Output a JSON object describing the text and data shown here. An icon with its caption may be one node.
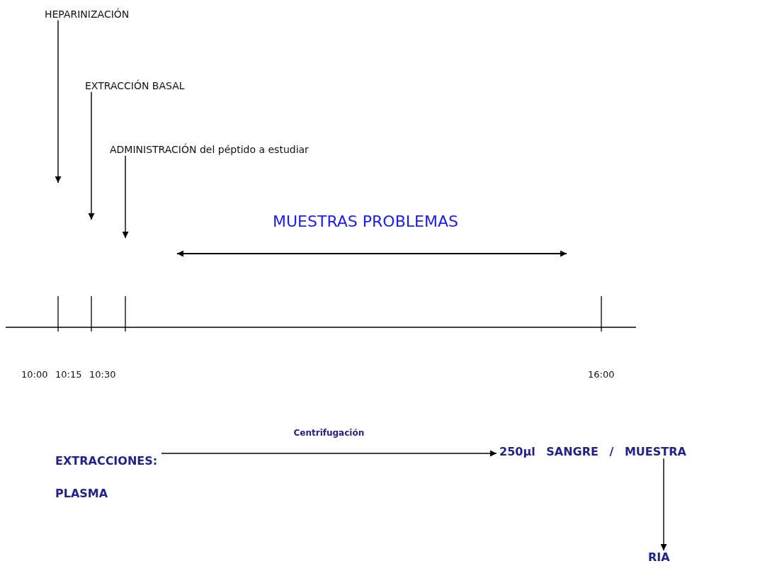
{
  "diagram": {
    "nodes": [
      {
        "text": [
          "HEPARINIZACIÓN"
        ]
      },
      {
        "text": [
          "EXTRACCIÓN BASAL"
        ]
      },
      {
        "text": [
          "ADMINISTRACIÓN del péptido a estudiar"
        ]
      },
      {
        "text": [
          "EXTRACCIONES: PLASMA"
        ]
      },
      {
        "text": [
          "250µl SANGRE / MUESTRA"
        ]
      },
      {
        "text": [
          "RIA"
        ]
      }
    ],
    "edges": [
      {
        "from": 0,
        "to": null,
        "arrow": "to"
      },
      {
        "from": 1,
        "to": null,
        "arrow": "to"
      },
      {
        "from": 2,
        "to": null,
        "arrow": "to"
      },
      {
        "from": 3,
        "to": 4,
        "arrow": "to",
        "label": "Centrifugación"
      },
      {
        "from": 4,
        "to": 5,
        "arrow": "to"
      }
    ],
    "labels": [
      "MUESTRAS PROBLEMAS",
      "10:00",
      "10:15",
      "10:30",
      "16:00"
    ]
  }
}
